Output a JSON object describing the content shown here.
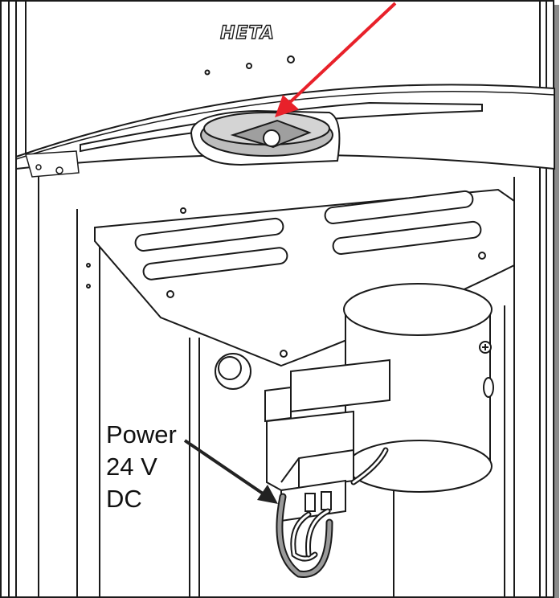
{
  "logo_text": "HETA",
  "label": {
    "line1": "Power",
    "line2": "24 V",
    "line3": "DC"
  },
  "colors": {
    "highlight_arrow": "#e8212a",
    "label_arrow": "#222222",
    "line_art": "#1a1a1a",
    "part_shading": "#bdbdbd",
    "cable": "#9a9a9a"
  }
}
